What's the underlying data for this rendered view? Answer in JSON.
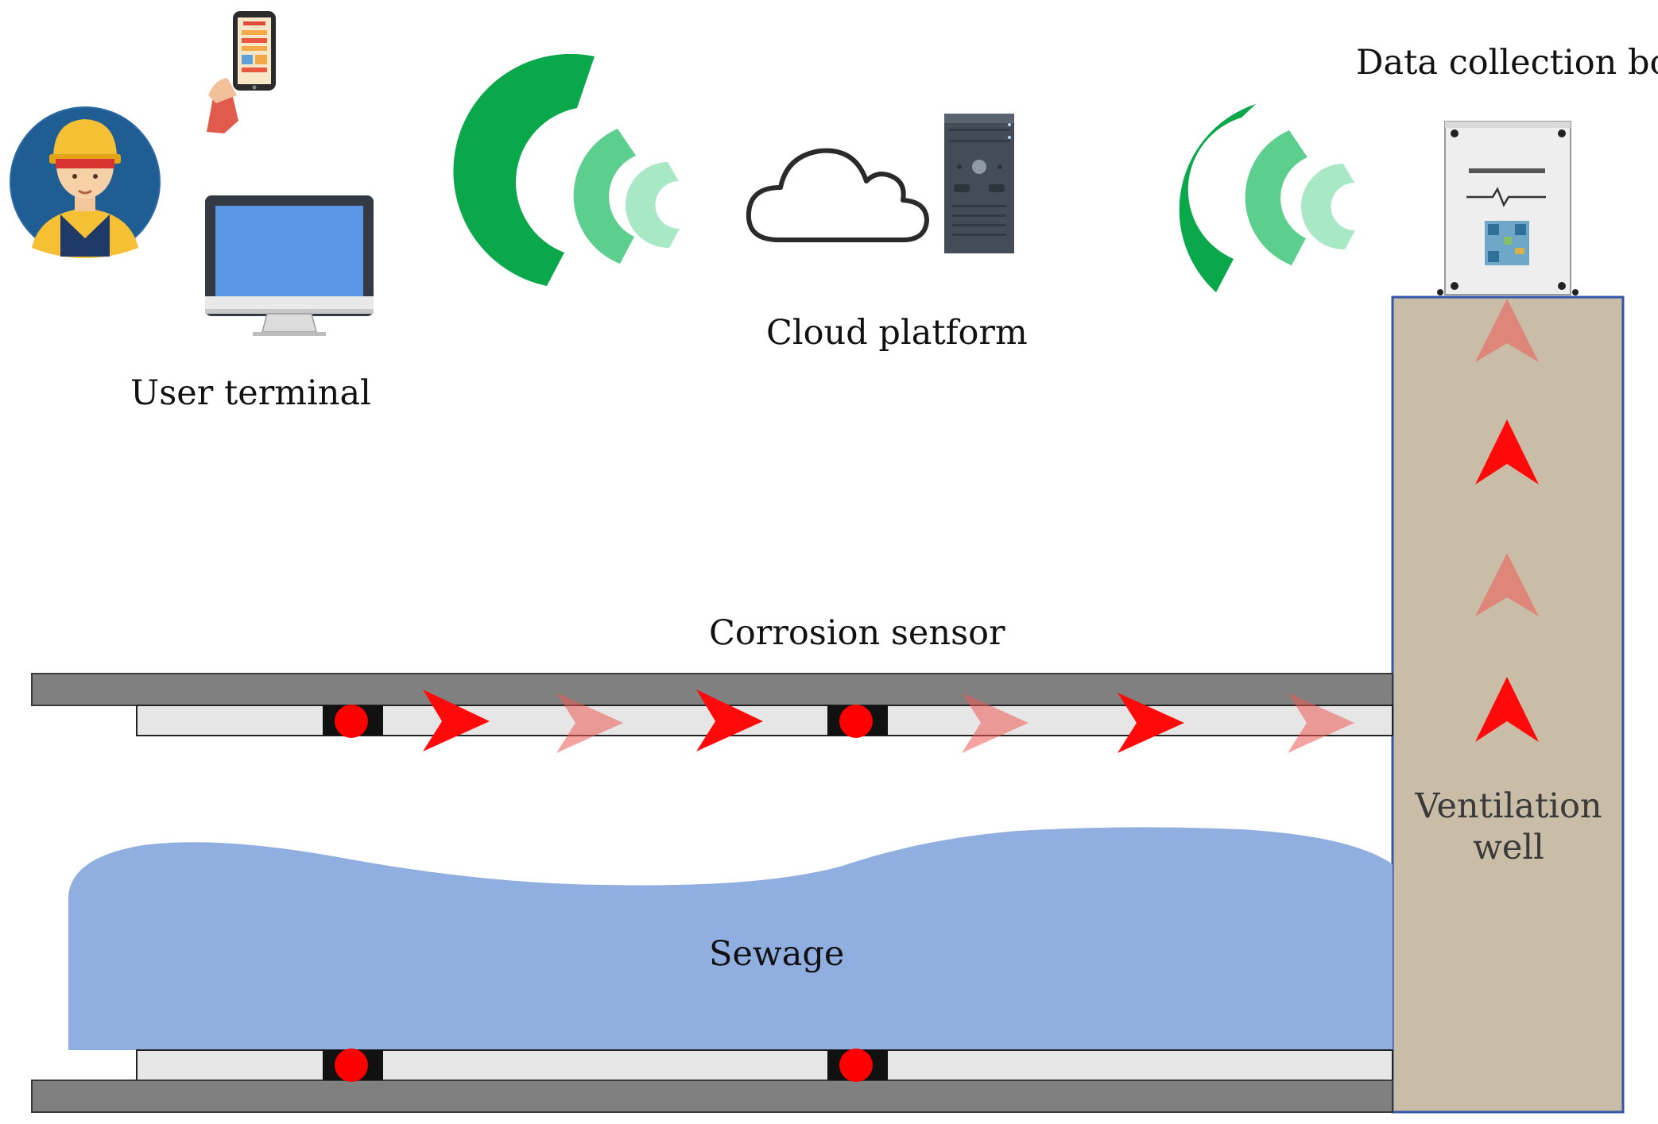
{
  "labels": {
    "user_terminal": "User terminal",
    "cloud_platform": "Cloud platform",
    "data_collection_box": "Data collection box",
    "corrosion_sensor": "Corrosion sensor",
    "sewage": "Sewage",
    "ventilation_well_line1": "Ventilation",
    "ventilation_well_line2": "well"
  },
  "colors": {
    "signal_green": "#0aa84a",
    "signal_green_mid": "#5ccf8f",
    "signal_green_light": "#a8e8c4",
    "pipe_gray": "#808080",
    "liner_light": "#e6e6e6",
    "sensor_red": "#ff0000",
    "sewage_blue": "#91aee1",
    "well_sand": "#c6bba4",
    "well_border": "#3355aa",
    "monitor_screen": "#5a95e6"
  },
  "icons": [
    "worker-avatar-icon",
    "phone-in-hand-icon",
    "desktop-monitor-icon",
    "wireless-signal-icon",
    "cloud-icon",
    "server-tower-icon",
    "data-collection-box-icon",
    "flow-arrow-icon",
    "sensor-node-icon"
  ]
}
